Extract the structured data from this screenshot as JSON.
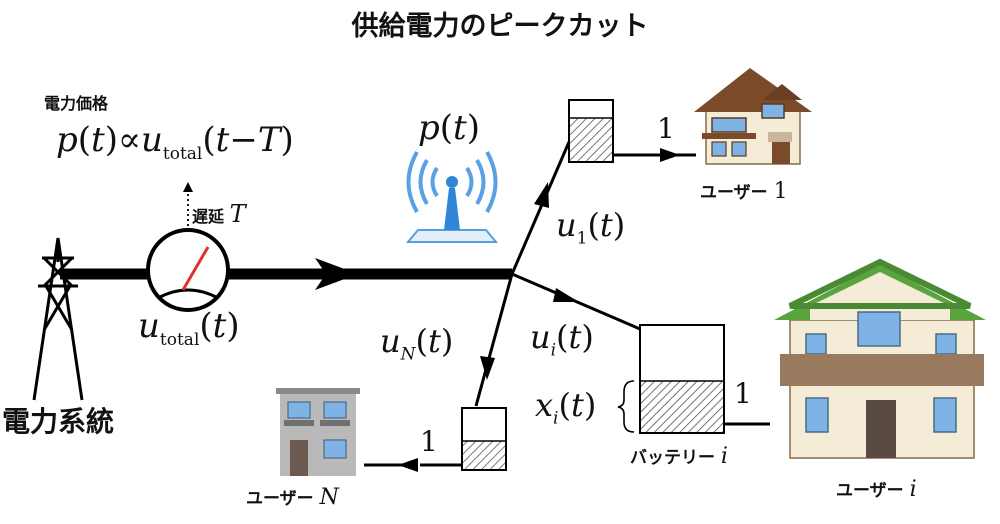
{
  "title": "供給電力のピークカット",
  "price_label": "電力価格",
  "price_formula": "p(t)∝u_total(t−T)",
  "delay_label": "遅延",
  "delay_var": "T",
  "broadcast_signal": "p(t)",
  "grid_label": "電力系統",
  "total_flow": "u_total(t)",
  "flow_1": "u_1(t)",
  "flow_i": "u_i(t)",
  "flow_N": "u_N(t)",
  "battery_state": "x_i(t)",
  "battery_label": "バッテリー",
  "battery_var": "i",
  "output_1": "1",
  "output_i": "1",
  "output_N": "1",
  "user_1_label": "ユーザー",
  "user_1_var": "1",
  "user_i_label": "ユーザー",
  "user_i_var": "i",
  "user_N_label": "ユーザー",
  "user_N_var": "N",
  "colors": {
    "meter_needle": "#e0302a",
    "antenna": "#2f86d6",
    "roof_brown": "#7a4a2a",
    "roof_green": "#5aa43e",
    "wall_cream": "#f5ecd7",
    "window_blue": "#7fb3e6",
    "apartment_gray": "#b9b9b9"
  }
}
